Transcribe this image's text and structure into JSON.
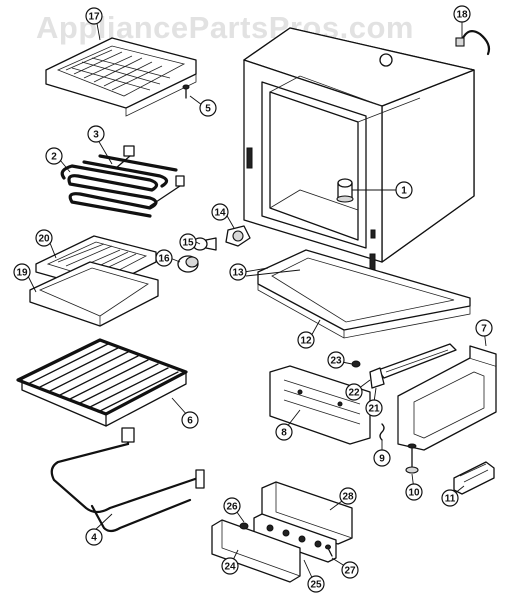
{
  "watermark": "AppliancePartsPros.com",
  "callouts": [
    {
      "id": "part-1",
      "label": "1"
    },
    {
      "id": "part-2",
      "label": "2"
    },
    {
      "id": "part-3",
      "label": "3"
    },
    {
      "id": "part-4",
      "label": "4"
    },
    {
      "id": "part-5",
      "label": "5"
    },
    {
      "id": "part-6",
      "label": "6"
    },
    {
      "id": "part-7",
      "label": "7"
    },
    {
      "id": "part-8",
      "label": "8"
    },
    {
      "id": "part-9",
      "label": "9"
    },
    {
      "id": "part-10",
      "label": "10"
    },
    {
      "id": "part-11",
      "label": "11"
    },
    {
      "id": "part-12",
      "label": "12"
    },
    {
      "id": "part-13",
      "label": "13"
    },
    {
      "id": "part-14",
      "label": "14"
    },
    {
      "id": "part-15",
      "label": "15"
    },
    {
      "id": "part-16",
      "label": "16"
    },
    {
      "id": "part-17",
      "label": "17"
    },
    {
      "id": "part-18",
      "label": "18"
    },
    {
      "id": "part-19",
      "label": "19"
    },
    {
      "id": "part-20",
      "label": "20"
    },
    {
      "id": "part-21",
      "label": "21"
    },
    {
      "id": "part-22",
      "label": "22"
    },
    {
      "id": "part-23",
      "label": "23"
    },
    {
      "id": "part-24",
      "label": "24"
    },
    {
      "id": "part-25",
      "label": "25"
    },
    {
      "id": "part-26",
      "label": "26"
    },
    {
      "id": "part-27",
      "label": "27"
    },
    {
      "id": "part-28",
      "label": "28"
    }
  ]
}
